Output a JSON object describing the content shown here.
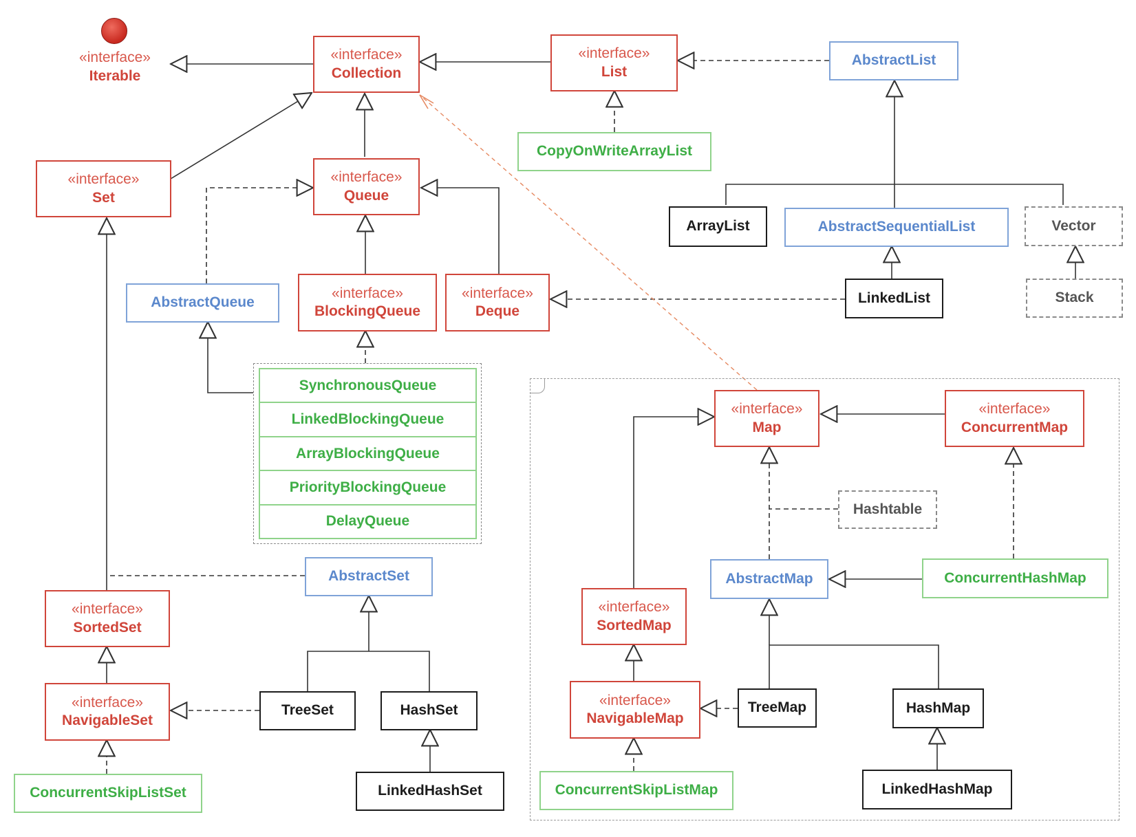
{
  "stereotype": "«interface»",
  "colors": {
    "interface": "#d0453a",
    "abstract": "#5b88cc",
    "concrete": "#1c1c1c",
    "legacy": "#8a8a8a",
    "concurrent": "#3eae46"
  },
  "nodes": {
    "iterable": "Iterable",
    "collection": "Collection",
    "list": "List",
    "abstract_list": "AbstractList",
    "copy_on_write_array_list": "CopyOnWriteArrayList",
    "set": "Set",
    "queue": "Queue",
    "array_list": "ArrayList",
    "abstract_sequential_list": "AbstractSequentialList",
    "vector": "Vector",
    "abstract_queue": "AbstractQueue",
    "blocking_queue": "BlockingQueue",
    "deque": "Deque",
    "linked_list": "LinkedList",
    "stack": "Stack",
    "map": "Map",
    "concurrent_map": "ConcurrentMap",
    "hashtable": "Hashtable",
    "abstract_set": "AbstractSet",
    "abstract_map": "AbstractMap",
    "concurrent_hash_map": "ConcurrentHashMap",
    "sorted_set": "SortedSet",
    "sorted_map": "SortedMap",
    "navigable_set": "NavigableSet",
    "tree_set": "TreeSet",
    "hash_set": "HashSet",
    "navigable_map": "NavigableMap",
    "tree_map": "TreeMap",
    "hash_map": "HashMap",
    "concurrent_skip_list_set": "ConcurrentSkipListSet",
    "linked_hash_set": "LinkedHashSet",
    "concurrent_skip_list_map": "ConcurrentSkipListMap",
    "linked_hash_map": "LinkedHashMap"
  },
  "blocking_queue_impls": [
    "SynchronousQueue",
    "LinkedBlockingQueue",
    "ArrayBlockingQueue",
    "PriorityBlockingQueue",
    "DelayQueue"
  ]
}
